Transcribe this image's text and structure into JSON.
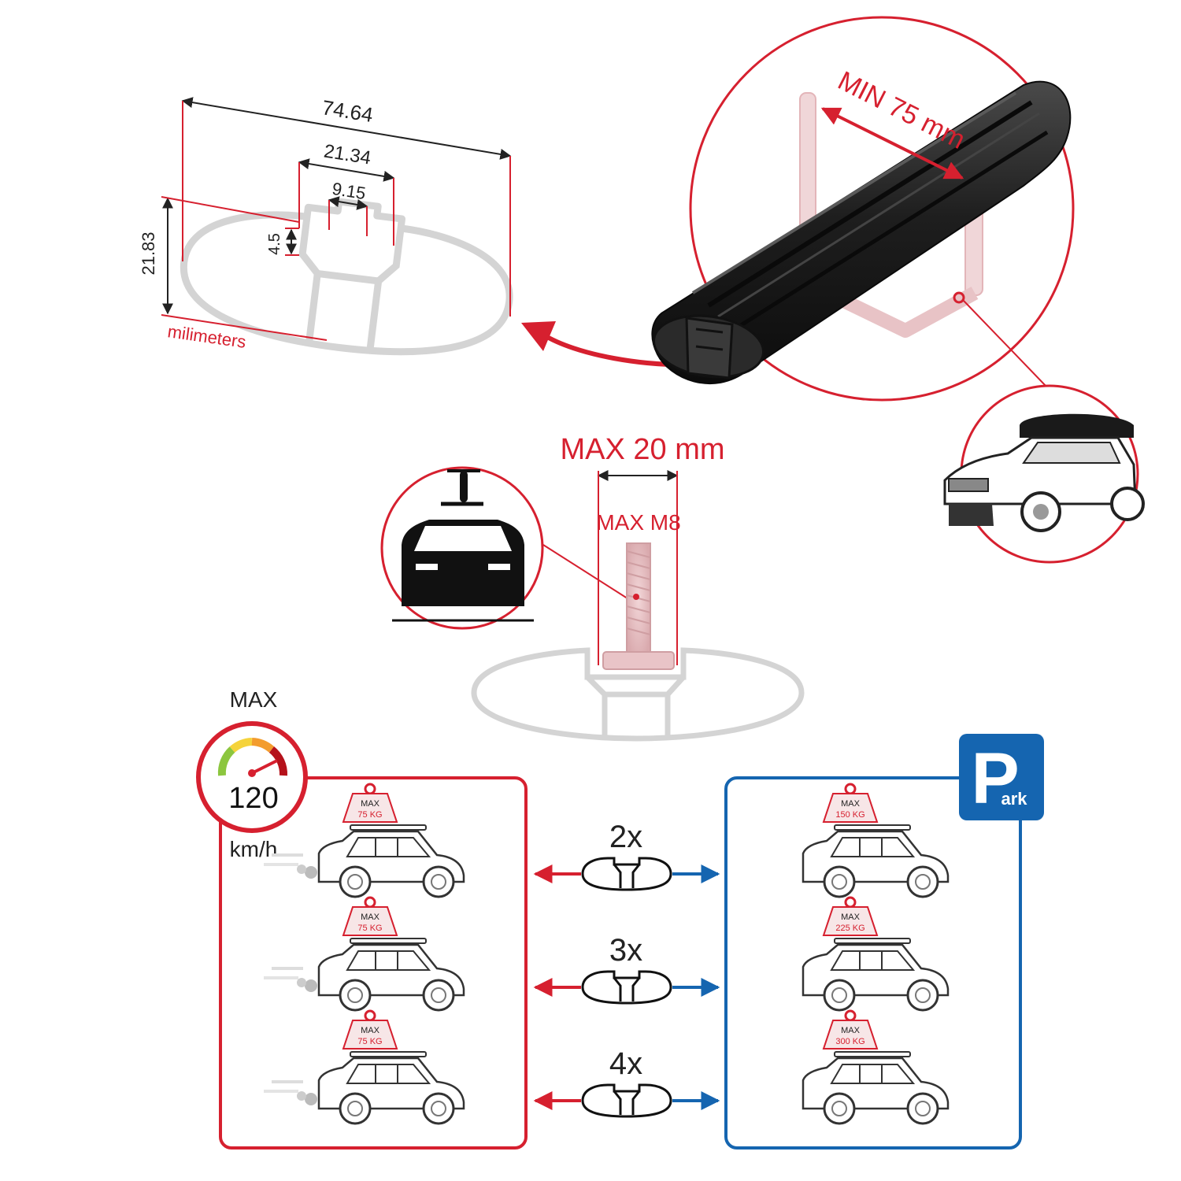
{
  "colors": {
    "red": "#d6202f",
    "blue": "#1565b0",
    "profile_gray": "#d4d4d4",
    "bar_black": "#1c1c1c",
    "text_dark": "#222222"
  },
  "profile_dims": {
    "width_total": "74.64",
    "width_top_channel": "21.34",
    "width_slot": "9.15",
    "depth_slot": "4.5",
    "height_total": "21.83",
    "unit_label": "milimeters"
  },
  "bar_callout": {
    "min_spacing": "MIN 75 mm"
  },
  "bolt_callout": {
    "max_width": "MAX 20 mm",
    "max_thread": "MAX M8"
  },
  "speed_badge": {
    "top_label": "MAX",
    "value": "120",
    "unit": "km/h"
  },
  "park_badge": {
    "big_letter": "P",
    "suffix": "ark"
  },
  "load_rows": [
    {
      "bars": "2x",
      "driving_weight": "75 KG",
      "parked_weight": "150 KG"
    },
    {
      "bars": "3x",
      "driving_weight": "75 KG",
      "parked_weight": "225 KG"
    },
    {
      "bars": "4x",
      "driving_weight": "75 KG",
      "parked_weight": "300 KG"
    }
  ],
  "weight_tag_label": "MAX",
  "icons": {
    "speedometer": "speedometer-icon",
    "parking": "parking-icon",
    "bike_car": "car-with-bike-icon",
    "suv_box": "suv-with-roofbox-icon",
    "weight": "weight-icon"
  }
}
